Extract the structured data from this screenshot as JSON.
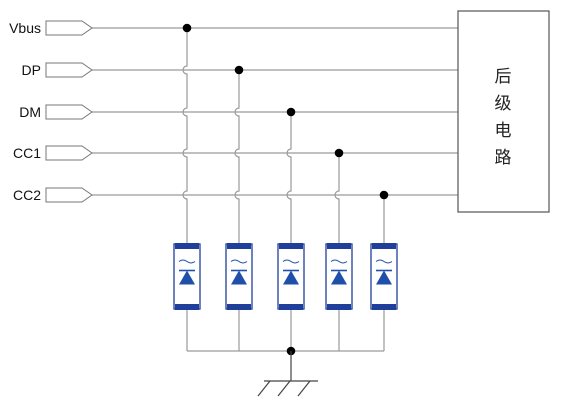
{
  "signals": [
    {
      "label": "Vbus"
    },
    {
      "label": "DP"
    },
    {
      "label": "DM"
    },
    {
      "label": "CC1"
    },
    {
      "label": "CC2"
    }
  ],
  "backend_block": {
    "chars": [
      "后",
      "级",
      "电",
      "路"
    ]
  },
  "tvs_count": 5,
  "colors": {
    "tvs": "#1f3f9a",
    "wire": "#9a9a9a",
    "junction": "#000000"
  }
}
